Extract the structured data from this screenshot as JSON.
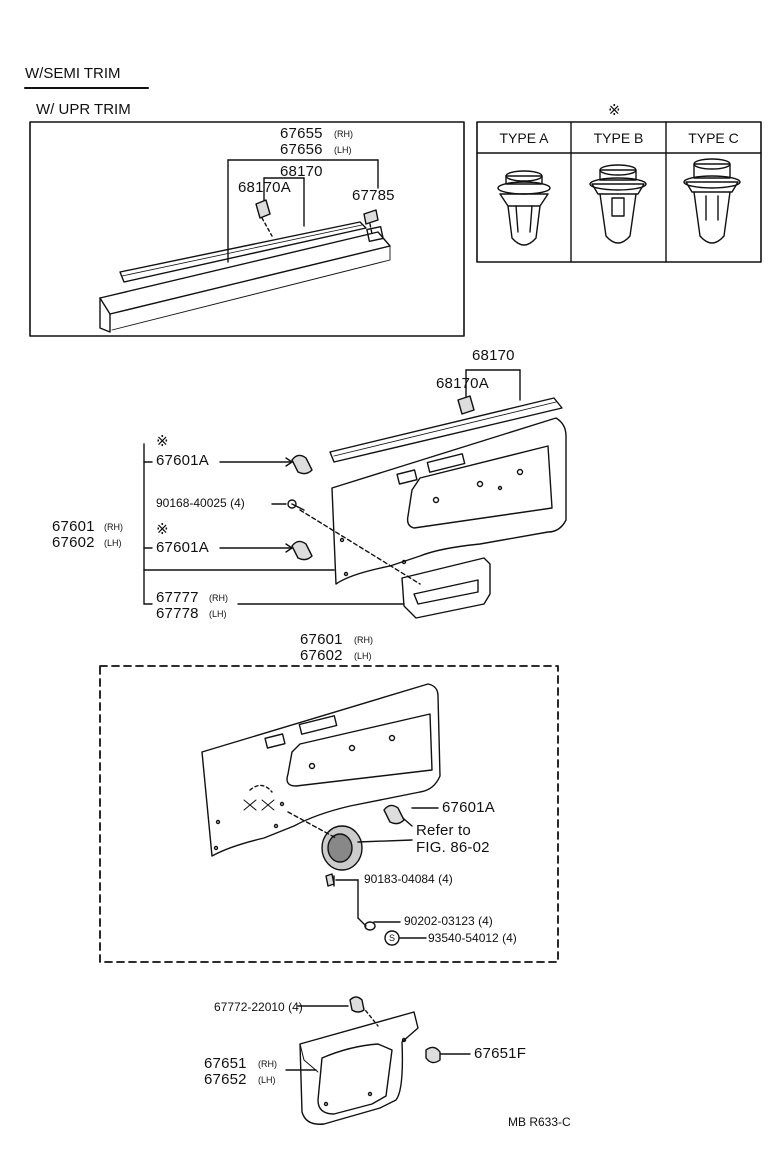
{
  "section_title": "W/SEMI TRIM",
  "upper_trim": {
    "title": "W/ UPR TRIM",
    "p67655": "67655",
    "p67655_side": "(RH)",
    "p67656": "67656",
    "p67656_side": "(LH)",
    "p68170": "68170",
    "p68170A": "68170A",
    "p67785": "67785"
  },
  "clip_types": {
    "mark": "※",
    "headers": [
      "TYPE A",
      "TYPE B",
      "TYPE C"
    ]
  },
  "panel_semi": {
    "p68170": "68170",
    "p68170A": "68170A",
    "mark1": "※",
    "p67601A_1": "67601A",
    "screw": "90168-40025 (4)",
    "p67601": "67601",
    "p67601_side": "(RH)",
    "p67602": "67602",
    "p67602_side": "(LH)",
    "mark2": "※",
    "p67601A_2": "67601A",
    "p67777": "67777",
    "p67777_side": "(RH)",
    "p67778": "67778",
    "p67778_side": "(LH)"
  },
  "panel_full": {
    "p67601": "67601",
    "p67601_side": "(RH)",
    "p67602": "67602",
    "p67602_side": "(LH)",
    "p67601A": "67601A",
    "refer1": "Refer to",
    "refer2": "FIG. 86-02",
    "p90183": "90183-04084 (4)",
    "p90202": "90202-03123 (4)",
    "s_mark": "S",
    "p93540": "93540-54012 (4)"
  },
  "lower_trim": {
    "p67772": "67772-22010 (4)",
    "p67651F": "67651F",
    "p67651": "67651",
    "p67651_side": "(RH)",
    "p67652": "67652",
    "p67652_side": "(LH)"
  },
  "footer_code": "MB R633-C"
}
